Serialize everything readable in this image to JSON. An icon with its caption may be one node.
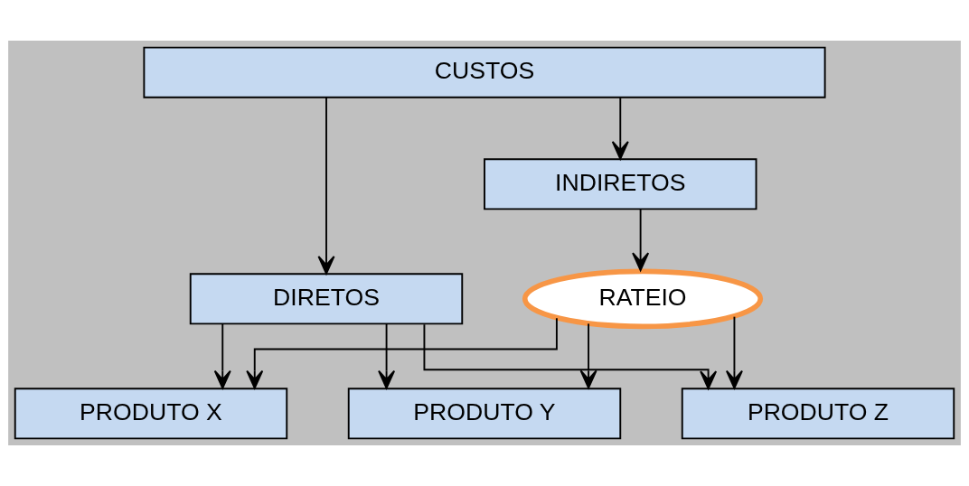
{
  "diagram": {
    "nodes": [
      {
        "text": [
          "CUSTOS"
        ]
      },
      {
        "text": [
          "INDIRETOS"
        ]
      },
      {
        "text": [
          "DIRETOS"
        ]
      },
      {
        "text": [
          "RATEIO"
        ]
      },
      {
        "text": [
          "PRODUTO X"
        ]
      },
      {
        "text": [
          "PRODUTO Y"
        ]
      },
      {
        "text": [
          "PRODUTO Z"
        ]
      }
    ],
    "edges": [
      {
        "from": 0,
        "to": 1,
        "arrow": "to"
      },
      {
        "from": 0,
        "to": 2,
        "arrow": "to"
      },
      {
        "from": 1,
        "to": 3,
        "arrow": "to"
      },
      {
        "from": 2,
        "to": 4,
        "arrow": "to"
      },
      {
        "from": 3,
        "to": 4,
        "arrow": "to"
      },
      {
        "from": 2,
        "to": 5,
        "arrow": "to"
      },
      {
        "from": 3,
        "to": 5,
        "arrow": "to"
      },
      {
        "from": 2,
        "to": 6,
        "arrow": "to"
      },
      {
        "from": 3,
        "to": 6,
        "arrow": "to"
      }
    ]
  }
}
